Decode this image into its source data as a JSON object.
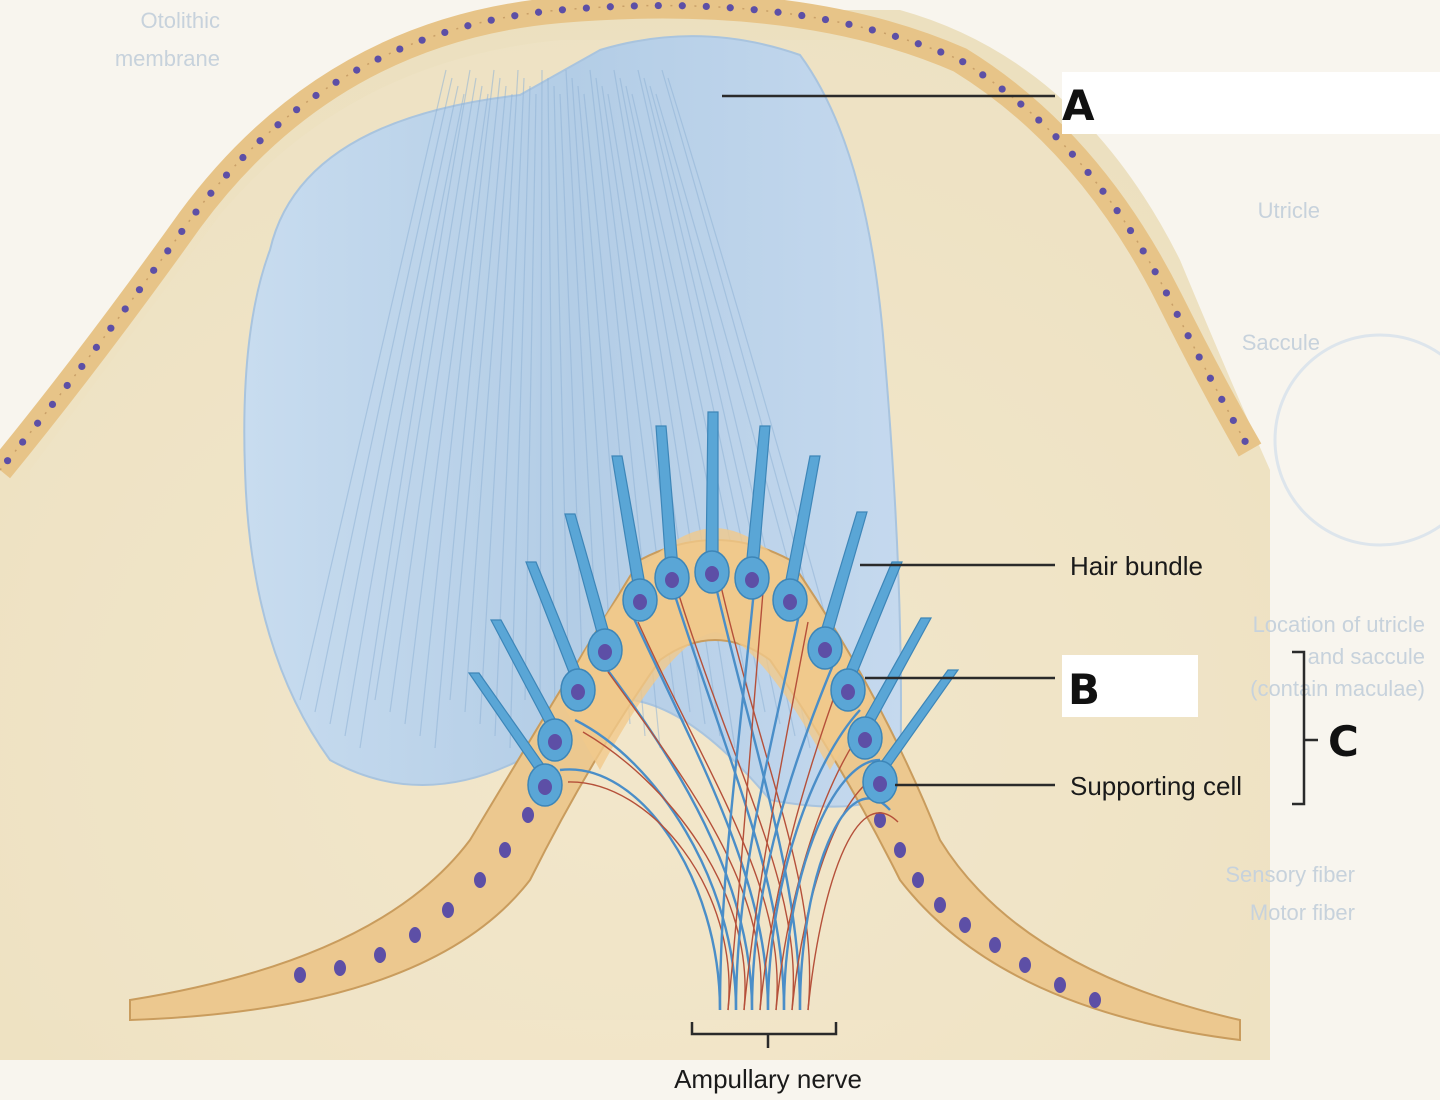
{
  "diagram": {
    "labels": {
      "a": "A",
      "b": "B",
      "c": "C",
      "hair_bundle": "Hair bundle",
      "supporting_cell": "Supporting cell",
      "ampullary_nerve": "Ampullary nerve"
    },
    "background_labels": {
      "otolithic_line1": "Otolithic",
      "otolithic_line2": "membrane",
      "utricle": "Utricle",
      "saccule": "Saccule",
      "location_line1": "Location of utricle",
      "location_line2": "and saccule",
      "location_line3": "(contain maculae)",
      "sensory_fiber": "Sensory fiber",
      "motor_fiber": "Motor fiber"
    },
    "colors": {
      "cupula": "#b9d3ea",
      "epithelium": "#e9c792",
      "nucleus": "#5d4fa6",
      "hair_cell": "#5aa6d6",
      "sensory_fiber": "#4a8ec8",
      "motor_fiber": "#b5503a",
      "tissue": "#eee2c2"
    }
  }
}
